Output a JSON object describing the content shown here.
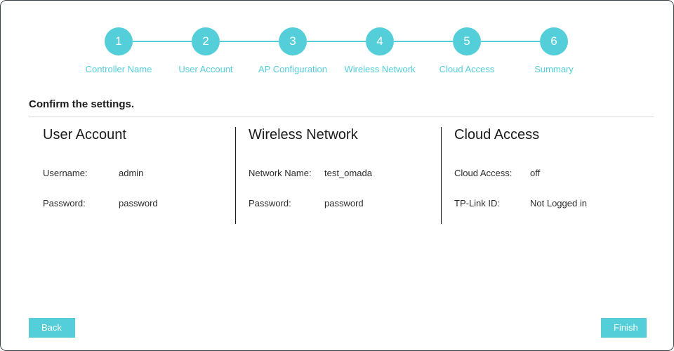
{
  "window": {
    "accent_color": "#54ced9",
    "text_color": "#1b1b1b",
    "border_color": "#36424a"
  },
  "stepper": {
    "current_step": 6,
    "steps": [
      {
        "number": "1",
        "label": "Controller Name"
      },
      {
        "number": "2",
        "label": "User Account"
      },
      {
        "number": "3",
        "label": "AP Configuration"
      },
      {
        "number": "4",
        "label": "Wireless Network"
      },
      {
        "number": "5",
        "label": "Cloud Access"
      },
      {
        "number": "6",
        "label": "Summary"
      }
    ]
  },
  "heading": "Confirm the settings.",
  "summary": {
    "columns": [
      {
        "title": "User Account",
        "rows": [
          {
            "label": "Username:",
            "value": "admin"
          },
          {
            "label": "Password:",
            "value": "password"
          }
        ]
      },
      {
        "title": "Wireless Network",
        "rows": [
          {
            "label": "Network Name:",
            "value": "test_omada"
          },
          {
            "label": "Password:",
            "value": "password"
          }
        ]
      },
      {
        "title": "Cloud Access",
        "rows": [
          {
            "label": "Cloud Access:",
            "value": "off"
          },
          {
            "label": "TP-Link ID:",
            "value": "Not Logged in"
          }
        ]
      }
    ]
  },
  "footer": {
    "back_label": "Back",
    "finish_label": "Finish"
  }
}
